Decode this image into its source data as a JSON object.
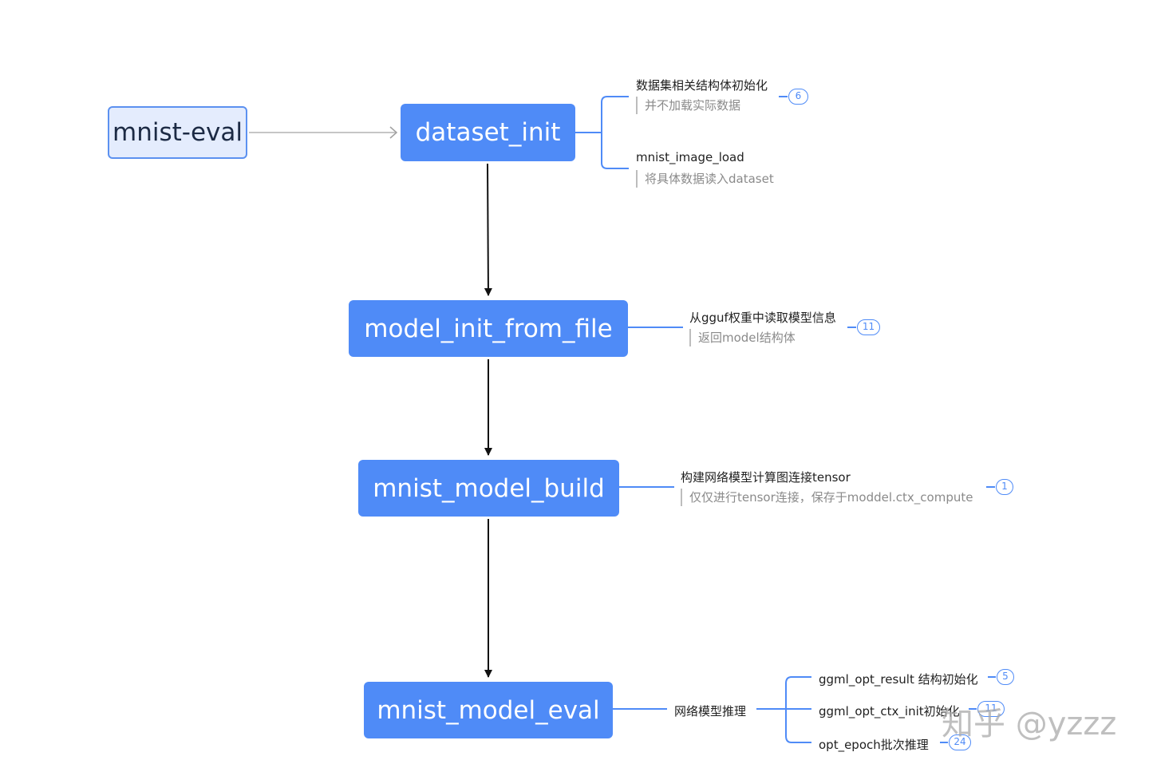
{
  "colors": {
    "accent": "#4f8bf7",
    "root_fill": "#e4ecfd",
    "note_text": "#8a8a8a"
  },
  "nodes": {
    "root": "mnist-eval",
    "dataset_init": "dataset_init",
    "model_init_from_file": "model_init_from_file",
    "mnist_model_build": "mnist_model_build",
    "mnist_model_eval": "mnist_model_eval"
  },
  "branches": {
    "dataset_init": [
      {
        "title": "数据集相关结构体初始化",
        "note": "并不加载实际数据",
        "badge": "6"
      },
      {
        "title": "mnist_image_load",
        "note": "将具体数据读入dataset"
      }
    ],
    "model_init_from_file": {
      "title": "从gguf权重中读取模型信息",
      "note": "返回model结构体",
      "badge": "11"
    },
    "mnist_model_build": {
      "title": "构建网络模型计算图连接tensor",
      "note": "仅仅进行tensor连接，保存于moddel.ctx_compute",
      "badge": "1"
    },
    "mnist_model_eval": {
      "label": "网络模型推理",
      "children": [
        {
          "title": "ggml_opt_result 结构初始化",
          "badge": "5"
        },
        {
          "title": "ggml_opt_ctx_init初始化",
          "badge": "11"
        },
        {
          "title": "opt_epoch批次推理",
          "badge": "24"
        }
      ]
    }
  },
  "watermark": "知乎 @yzzz"
}
